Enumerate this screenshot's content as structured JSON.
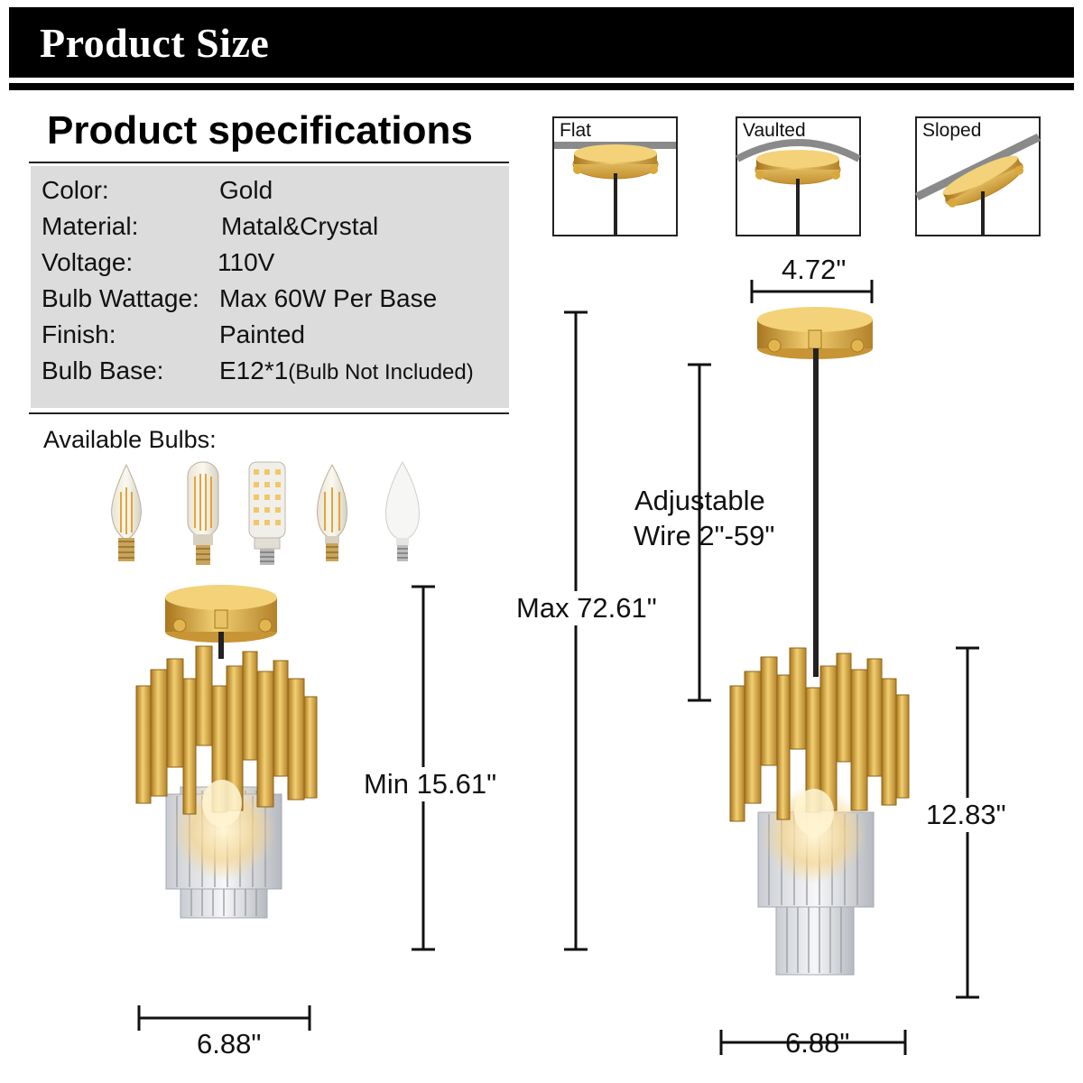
{
  "header": {
    "title": "Product Size"
  },
  "specs": {
    "title": "Product specifications",
    "rows": [
      {
        "label": "Color:",
        "value": "Gold"
      },
      {
        "label": "Material:",
        "value": "Matal&Crystal"
      },
      {
        "label": "Voltage:",
        "value": "110V"
      },
      {
        "label": "Bulb Wattage:",
        "value": "Max 60W Per Base"
      },
      {
        "label": "Finish:",
        "value": "Painted"
      },
      {
        "label": "Bulb Base:",
        "value": "E12*1",
        "note": "(Bulb Not Included)"
      }
    ]
  },
  "bulbs": {
    "label": "Available Bulbs:"
  },
  "mounts": [
    {
      "label": "Flat"
    },
    {
      "label": "Vaulted"
    },
    {
      "label": "Sloped"
    }
  ],
  "dimensions": {
    "canopy_width": "4.72\"",
    "adjustable_line1": "Adjustable",
    "adjustable_line2": "Wire 2\"-59\"",
    "max_height": "Max 72.61\"",
    "min_height": "Min 15.61\"",
    "shade_height": "12.83\"",
    "width_left": "6.88\"",
    "width_right": "6.88\""
  },
  "colors": {
    "gold": "#d9a83a",
    "gold_light": "#f3d27a",
    "gold_dark": "#9c6d1c",
    "banner": "#000000",
    "spec_box": "#dcdcdc"
  }
}
